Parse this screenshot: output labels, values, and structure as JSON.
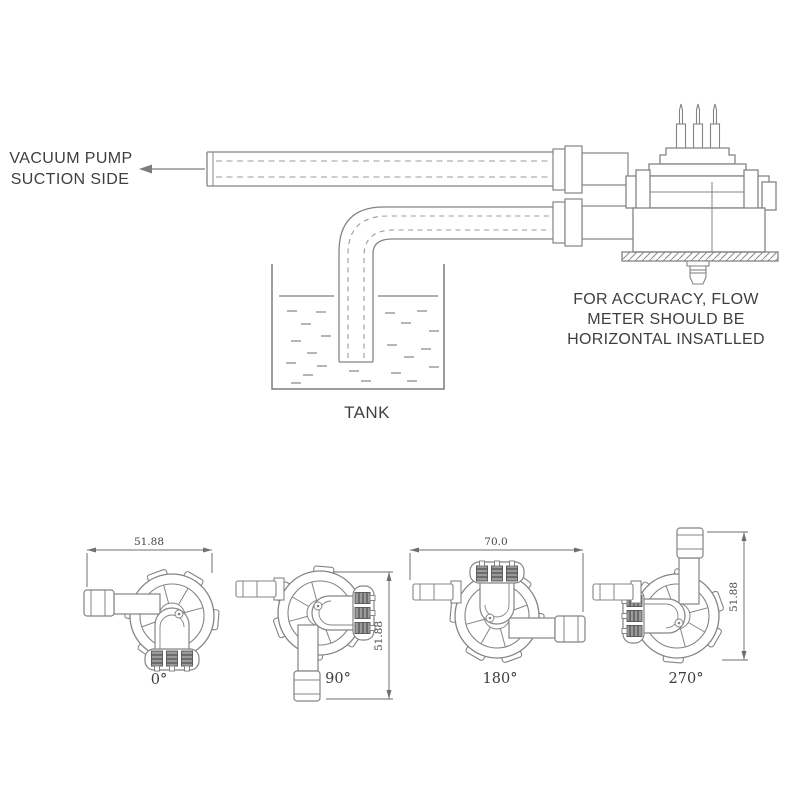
{
  "top_diagram": {
    "pump_label_line1": "VACUUM PUMP",
    "pump_label_line2": "SUCTION SIDE",
    "tank_label": "TANK",
    "note_line1": "FOR ACCURACY, FLOW",
    "note_line2": "METER SHOULD BE",
    "note_line3": "HORIZONTAL INSATLLED"
  },
  "orientation_views": [
    {
      "label": "0°",
      "dimension": "51.88",
      "dimension_axis": "horizontal"
    },
    {
      "label": "90°",
      "dimension": "51.88",
      "dimension_axis": "vertical"
    },
    {
      "label": "180°",
      "dimension": "70.0",
      "dimension_axis": "horizontal"
    },
    {
      "label": "270°",
      "dimension": "51.88",
      "dimension_axis": "vertical"
    }
  ],
  "colors": {
    "line": "#848484",
    "dash": "#9b9b9b",
    "text": "#3f3f3f",
    "terminal_fill": "#9a9a9a"
  }
}
